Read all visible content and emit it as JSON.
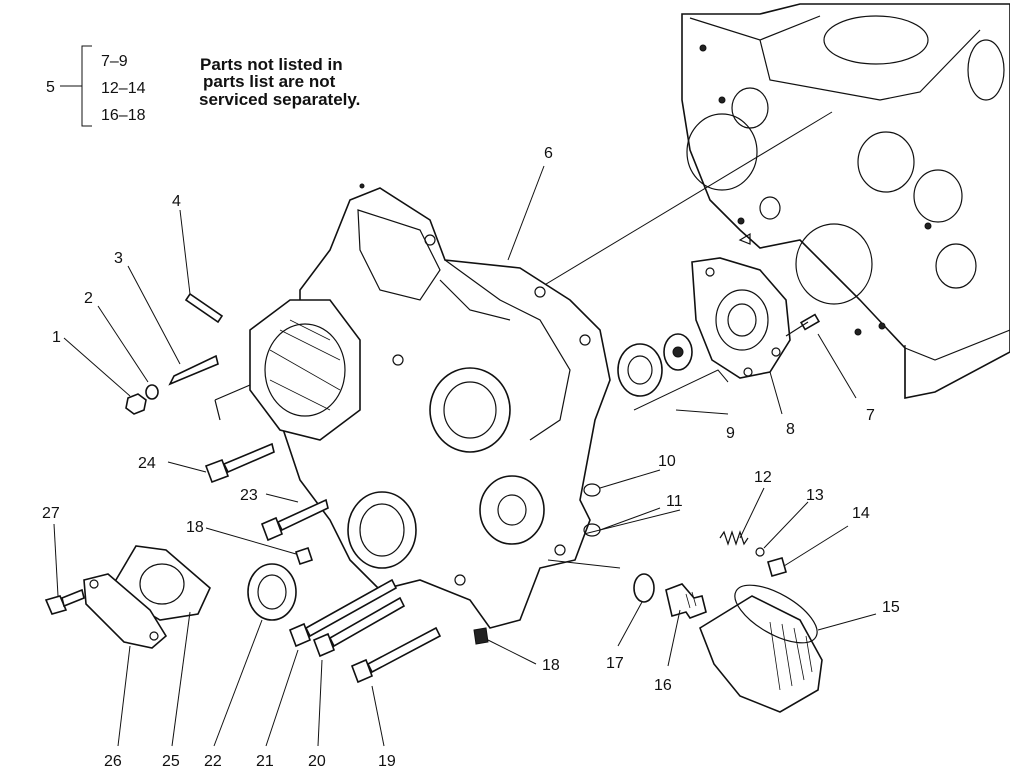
{
  "note": {
    "lines": [
      "Parts not listed in",
      "parts list are not",
      "serviced separately."
    ]
  },
  "brace": {
    "label": "5",
    "items": [
      "7–9",
      "12–14",
      "16–18"
    ]
  },
  "callouts": {
    "c1": "1",
    "c2": "2",
    "c3": "3",
    "c4": "4",
    "c6": "6",
    "c7": "7",
    "c8": "8",
    "c9": "9",
    "c10": "10",
    "c11": "11",
    "c12": "12",
    "c13": "13",
    "c14": "14",
    "c15": "15",
    "c16": "16",
    "c17": "17",
    "c18a": "18",
    "c18b": "18",
    "c19": "19",
    "c20": "20",
    "c21": "21",
    "c22": "22",
    "c23": "23",
    "c24": "24",
    "c25": "25",
    "c26": "26",
    "c27": "27"
  }
}
